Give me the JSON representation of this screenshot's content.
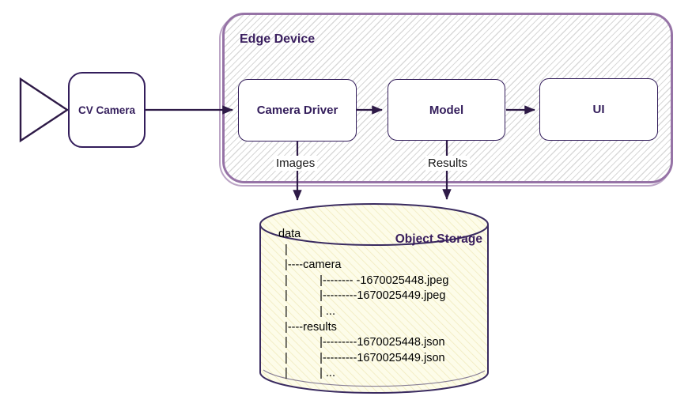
{
  "edge_device": {
    "label": "Edge Device"
  },
  "nodes": {
    "cv_camera": {
      "label": "CV Camera"
    },
    "camera_driver": {
      "label": "Camera Driver"
    },
    "model": {
      "label": "Model"
    },
    "ui": {
      "label": "UI"
    }
  },
  "edges": {
    "images": {
      "label": "Images"
    },
    "results": {
      "label": "Results"
    }
  },
  "storage": {
    "title": "Object Storage",
    "tree": [
      "data",
      "  |",
      "  |----camera",
      "  |          |-------- -1670025448.jpeg",
      "  |          |---------1670025449.jpeg",
      "  |          | ...",
      "  |----results",
      "  |          |---------1670025448.json",
      "  |          |---------1670025449.json",
      "  |          | ..."
    ]
  },
  "colors": {
    "dark_purple_stroke": "#331d5b",
    "container_purple": "#9673a6",
    "hatch_gray": "#d9d9d9",
    "cylinder_fill": "#fdfce9",
    "cylinder_hatch": "#f1ebbe",
    "label_text": "#161616"
  }
}
